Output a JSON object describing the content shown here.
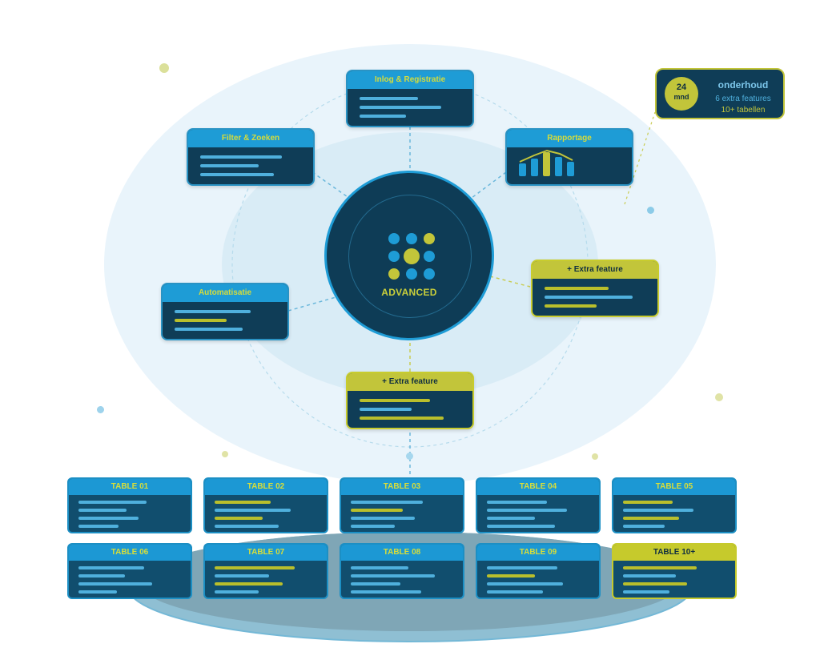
{
  "center": {
    "label": "ADVANCED"
  },
  "features": {
    "inlog": "Inlog & Registratie",
    "filter": "Filter & Zoeken",
    "rapportage": "Rapportage",
    "automatisatie": "Automatisatie",
    "extra_right": "+ Extra feature",
    "extra_bottom": "+ Extra feature"
  },
  "badge": {
    "number": "24",
    "unit": "mnd",
    "title": "onderhoud",
    "line1": "6 extra features",
    "line2": "10+ tabellen"
  },
  "tables": [
    "TABLE 01",
    "TABLE 02",
    "TABLE 03",
    "TABLE 04",
    "TABLE 05",
    "TABLE 06",
    "TABLE 07",
    "TABLE 08",
    "TABLE 09",
    "TABLE 10+"
  ],
  "colors": {
    "navy": "#0f3d57",
    "blue": "#1e9cd6",
    "yellow": "#c2c53a",
    "light_blue_bg": "#e6f3fa"
  }
}
